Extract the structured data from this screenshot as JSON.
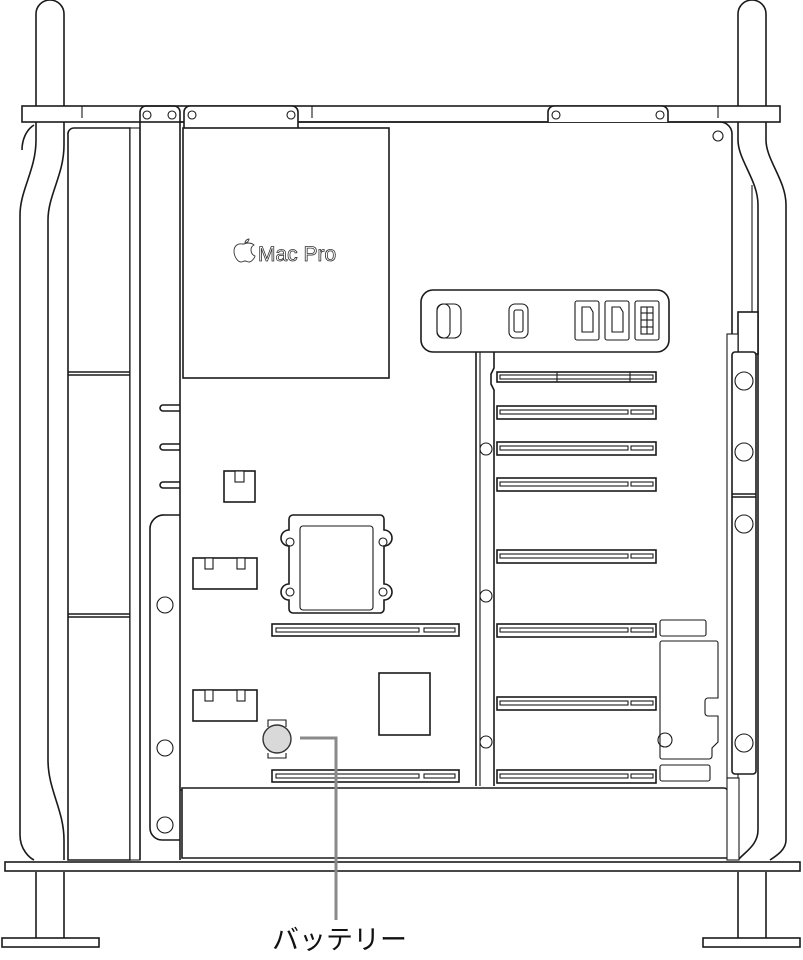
{
  "diagram": {
    "subject": "Mac Pro internal side view",
    "brand_label": "Mac Pro",
    "brand_icon": "apple-logo-icon",
    "callouts": [
      {
        "id": "battery",
        "label": "バッテリー",
        "target": "coin-cell-battery"
      }
    ],
    "colors": {
      "line": "#1a1a1a",
      "callout_line": "#8a8a8a",
      "battery_fill": "#d9d9d9",
      "background": "#ffffff"
    },
    "components": {
      "io_ports": [
        "usb-a-port",
        "thunderbolt-port",
        "sata-port",
        "sata-port",
        "power-header"
      ],
      "pcie_slots_right": 8,
      "dimm_slots_bottom": 2
    }
  }
}
